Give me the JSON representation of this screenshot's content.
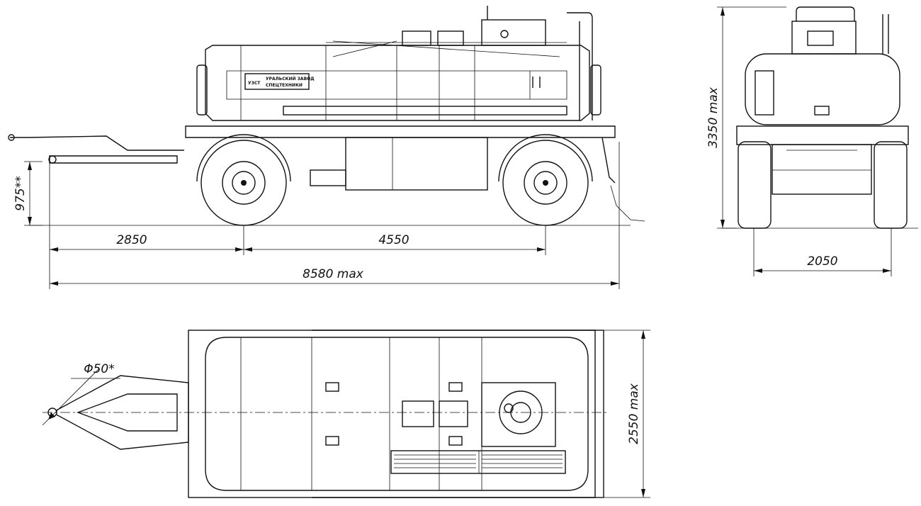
{
  "side_view": {
    "dim_drawbar": "2850",
    "dim_wheelbase": "4550",
    "dim_total": "8580 max",
    "dim_height_coupling": "975**"
  },
  "rear_view": {
    "dim_height": "3350 max",
    "dim_track": "2050"
  },
  "top_view": {
    "dim_eye": "Φ50*",
    "dim_width": "2550 max"
  },
  "logo": {
    "mark": "УЗСТ",
    "line1": "УРАЛЬСКИЙ ЗАВОД",
    "line2": "СПЕЦТЕХНИКИ"
  }
}
